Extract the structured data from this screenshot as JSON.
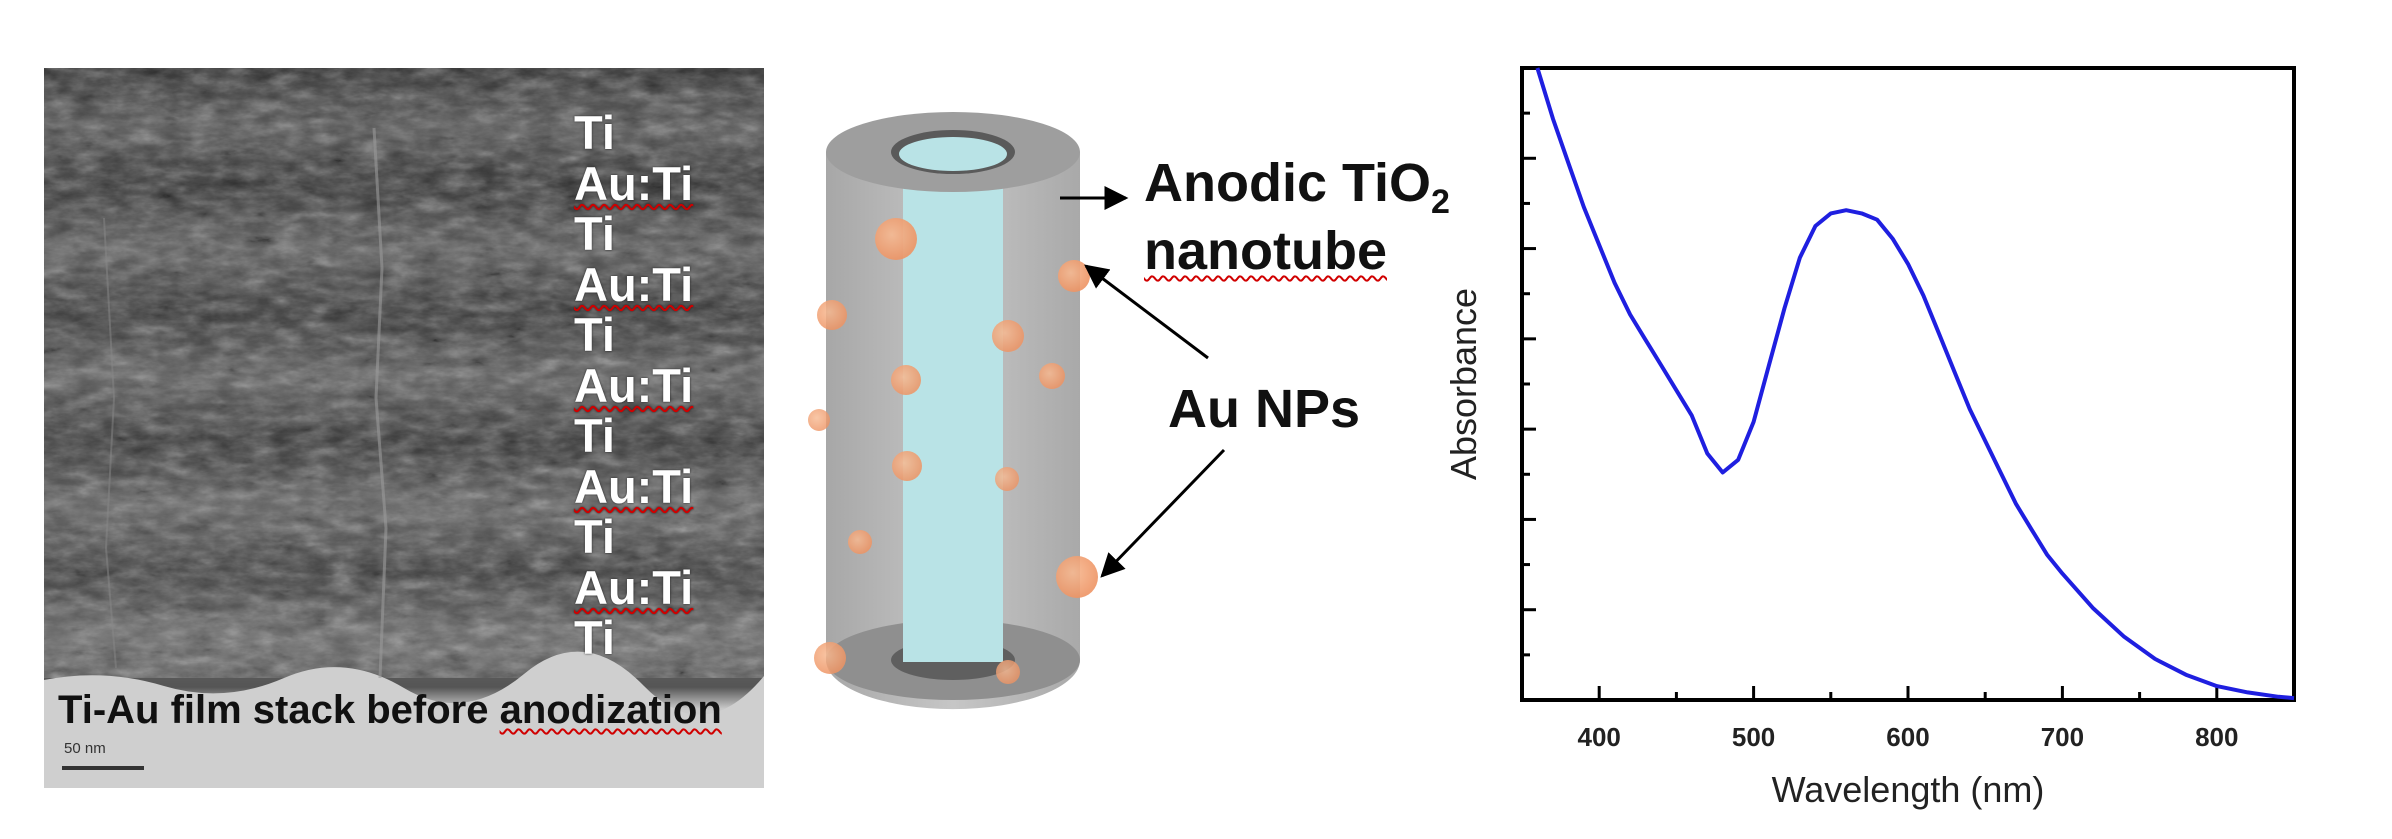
{
  "panel_a": {
    "layers": [
      "Ti",
      "Au:Ti",
      "Ti",
      "Au:Ti",
      "Ti",
      "Au:Ti",
      "Ti",
      "Au:Ti",
      "Ti",
      "Au:Ti",
      "Ti"
    ],
    "caption_prefix": "Ti-Au film stack before ",
    "caption_underlined": "anodization",
    "scale_label": "50 nm"
  },
  "panel_b": {
    "tube_label_line1": "Anodic TiO",
    "tube_label_sub": "2",
    "tube_label_line2": "nanotube",
    "np_label": "Au NPs",
    "colors": {
      "shell": "#b8b8b8",
      "core": "#b9e3e6",
      "particle": "#f2a57a",
      "arrow": "#000000"
    }
  },
  "chart_data": {
    "type": "line",
    "title": "",
    "xlabel": "Wavelength (nm)",
    "ylabel": "Absorbance",
    "xlim": [
      350,
      850
    ],
    "ylim": [
      0,
      1
    ],
    "x_ticks": [
      400,
      500,
      600,
      700,
      800
    ],
    "y_tick_labels_shown": false,
    "grid": false,
    "series": [
      {
        "color": "#1f1fe0",
        "x": [
          360,
          370,
          380,
          390,
          400,
          410,
          420,
          430,
          440,
          450,
          460,
          470,
          480,
          490,
          500,
          510,
          520,
          530,
          540,
          550,
          560,
          570,
          580,
          590,
          600,
          610,
          620,
          630,
          640,
          650,
          660,
          670,
          680,
          690,
          700,
          720,
          740,
          760,
          780,
          800,
          820,
          840,
          850
        ],
        "y": [
          1.0,
          0.92,
          0.85,
          0.78,
          0.72,
          0.66,
          0.61,
          0.57,
          0.53,
          0.49,
          0.45,
          0.39,
          0.36,
          0.38,
          0.44,
          0.53,
          0.62,
          0.7,
          0.75,
          0.77,
          0.775,
          0.77,
          0.76,
          0.73,
          0.69,
          0.64,
          0.58,
          0.52,
          0.46,
          0.41,
          0.36,
          0.31,
          0.27,
          0.23,
          0.2,
          0.145,
          0.1,
          0.065,
          0.04,
          0.022,
          0.012,
          0.005,
          0.003
        ]
      }
    ]
  }
}
